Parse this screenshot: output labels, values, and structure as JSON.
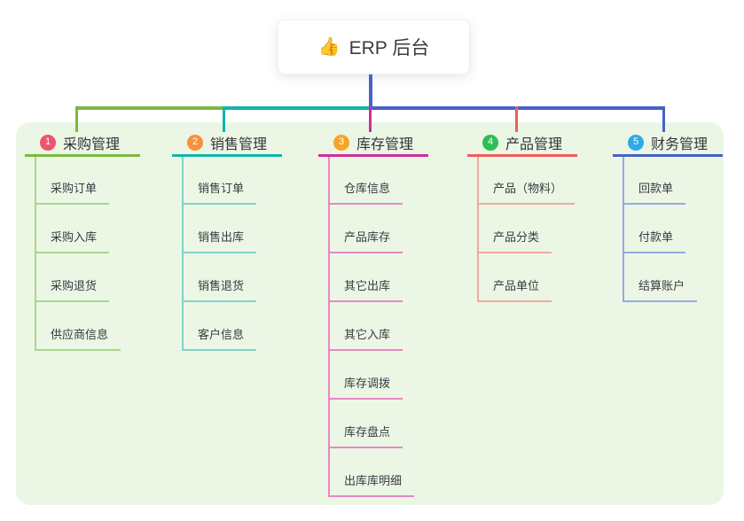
{
  "root": {
    "emoji": "👍",
    "label": "ERP 后台"
  },
  "trunk_color": "#4961c6",
  "panel": {
    "background": "#ebf7e4"
  },
  "branches": [
    {
      "number": "1",
      "label": "采购管理",
      "badge_color": "#f0536d",
      "line_color": "#7cb93f",
      "child_line_color": "#a9d68c",
      "children": [
        "采购订单",
        "采购入库",
        "采购退货",
        "供应商信息"
      ]
    },
    {
      "number": "2",
      "label": "销售管理",
      "badge_color": "#f8913c",
      "line_color": "#10b5ab",
      "child_line_color": "#82d3cb",
      "children": [
        "销售订单",
        "销售出库",
        "销售退货",
        "客户信息"
      ]
    },
    {
      "number": "3",
      "label": "库存管理",
      "badge_color": "#f7a426",
      "line_color": "#cd2f9d",
      "child_line_color": "#e887c5",
      "children": [
        "仓库信息",
        "产品库存",
        "其它出库",
        "其它入库",
        "库存调拨",
        "库存盘点",
        "出库库明细"
      ]
    },
    {
      "number": "4",
      "label": "产品管理",
      "badge_color": "#2dbe55",
      "line_color": "#f15d5d",
      "child_line_color": "#f5a6a3",
      "children": [
        "产品（物料）",
        "产品分类",
        "产品单位"
      ]
    },
    {
      "number": "5",
      "label": "财务管理",
      "badge_color": "#2fa9e9",
      "line_color": "#4961c6",
      "child_line_color": "#97a9e2",
      "children": [
        "回款单",
        "付款单",
        "结算账户"
      ]
    }
  ]
}
